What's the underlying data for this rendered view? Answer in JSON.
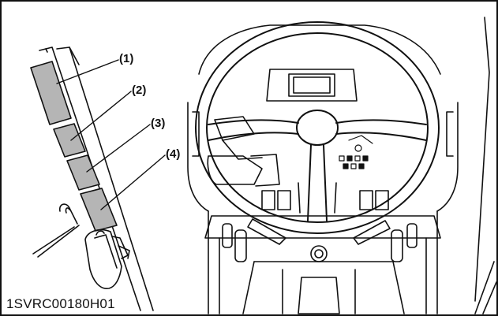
{
  "figure": {
    "code": "1SVRC00180H01"
  },
  "callouts": [
    {
      "label": "(1)"
    },
    {
      "label": "(2)"
    },
    {
      "label": "(3)"
    },
    {
      "label": "(4)"
    }
  ],
  "colors": {
    "line": "#111111",
    "panel_fill": "#b5b5b5",
    "background": "#ffffff"
  }
}
